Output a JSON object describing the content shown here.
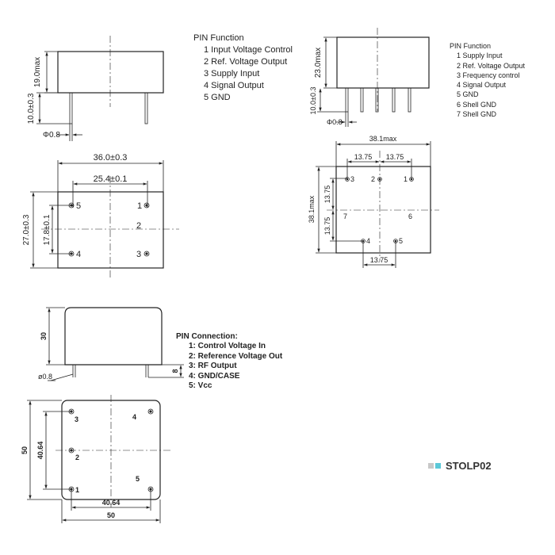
{
  "pin_function_1": {
    "title": "PIN Function",
    "items": [
      "1  Input Voltage Control",
      "2  Ref. Voltage Output",
      "3  Supply Input",
      "4  Signal Output",
      "5  GND"
    ]
  },
  "pin_function_2": {
    "title": "PIN Function",
    "items": [
      "1  Supply Input",
      "2  Ref. Voltage Output",
      "3  Frequency control",
      "4  Signal Output",
      "5  GND",
      "6  Shell GND",
      "7  Shell GND"
    ]
  },
  "pin_connection_3": {
    "title": "PIN Connection:",
    "items": [
      "1: Control Voltage In",
      "2: Reference Voltage Out",
      "3: RF Output",
      "4: GND/CASE",
      "5: Vcc"
    ]
  },
  "part1": {
    "dim_height": "19.0max",
    "dim_lead": "10.0±0.3",
    "dim_pin_dia": "Φ0.8",
    "dim_width": "36.0±0.3",
    "dim_pin_span": "25.4±0.1",
    "dim_depth": "27.0±0.3",
    "dim_pin_pitch": "17.8±0.1",
    "pins": [
      "5",
      "1",
      "2",
      "4",
      "3"
    ]
  },
  "part2": {
    "dim_height": "23.0max",
    "dim_lead": "10.0±0.3",
    "dim_pin_dia": "Φ0.8",
    "dim_width": "38.1max",
    "dim_top_a": "13.75",
    "dim_top_b": "13.75",
    "dim_depth": "38.1max",
    "dim_side_a": "13.75",
    "dim_side_b": "13.75",
    "dim_bottom": "13.75",
    "pins": [
      "3",
      "2",
      "1",
      "7",
      "6",
      "4",
      "5"
    ]
  },
  "part3": {
    "dim_height": "30",
    "dim_pin_dia": "ø0.8",
    "dim_lead": "8",
    "dim_depth": "50",
    "dim_pin_span_v": "40.64",
    "dim_pin_span_h": "40.64",
    "dim_width": "50",
    "pins": [
      "3",
      "4",
      "2",
      "5",
      "1"
    ]
  },
  "badge": {
    "label": "STOLP02",
    "colors": [
      "#c8c8c8",
      "#5bc8d8"
    ]
  }
}
